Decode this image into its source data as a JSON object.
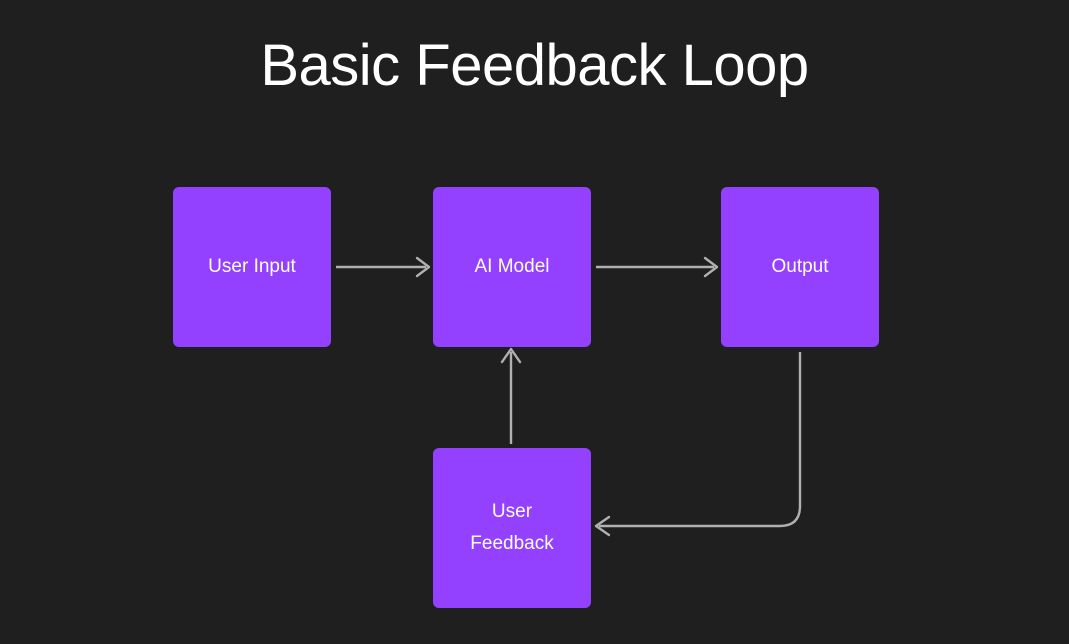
{
  "diagram": {
    "title": "Basic Feedback Loop",
    "type": "flowchart",
    "background_color": "#1f1f1f",
    "node_color": "#9340ff",
    "node_text_color": "#ffffff",
    "edge_color": "#b0b0b0",
    "nodes": [
      {
        "id": "user-input",
        "label": "User Input"
      },
      {
        "id": "ai-model",
        "label": "AI Model"
      },
      {
        "id": "output",
        "label": "Output"
      },
      {
        "id": "user-feedback",
        "label": "User\nFeedback"
      }
    ],
    "edges": [
      {
        "from": "User Input",
        "to": "AI Model",
        "direction": "right"
      },
      {
        "from": "AI Model",
        "to": "Output",
        "direction": "right"
      },
      {
        "from": "Output",
        "to": "User Feedback",
        "direction": "down-left"
      },
      {
        "from": "User Feedback",
        "to": "AI Model",
        "direction": "up"
      }
    ]
  }
}
